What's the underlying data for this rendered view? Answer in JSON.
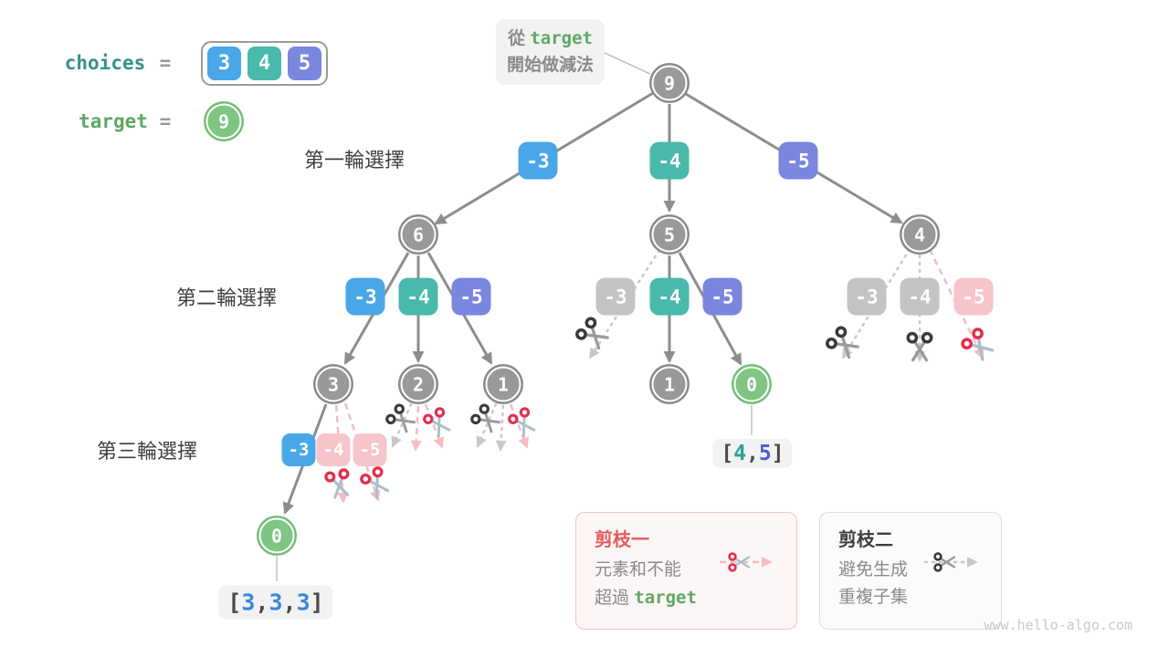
{
  "colors": {
    "blue": "#49a7e8",
    "teal": "#48b9ab",
    "indigo": "#7b87de",
    "graylabel": "#c4c4c4",
    "pinklabel": "#f6c5c9",
    "nodegray": "#999999",
    "nodering": "#8a8a8a",
    "nodegreen": "#7ec682",
    "greenring": "#74bd78",
    "edge": "#8d8d8d",
    "dotedge": "#c8c8c8",
    "pinkedge": "#f5bcc2",
    "choicestext": "#35918c",
    "targettext": "#5fa963",
    "red": "#e25c5c",
    "tok3": "#3a87d8",
    "tok4": "#2aa096",
    "tok5": "#4b5fd6",
    "bracket": "#4a4a4a",
    "box": "#f2f2f2",
    "muted": "#8a8a8a",
    "text": "#3f3f3f",
    "watermark": "#c9c9c9",
    "legend1border": "#f2c4c4",
    "legend1bg": "#fdf6f6",
    "legend2border": "#dddddd",
    "legend2bg": "#fbfbfb"
  },
  "header": {
    "choices_label": "choices",
    "equals": "=",
    "choices": [
      {
        "v": "3"
      },
      {
        "v": "4"
      },
      {
        "v": "5"
      }
    ],
    "target_label": "target",
    "target_value": "9"
  },
  "callout": {
    "prefix": "從 ",
    "keyword": "target",
    "line2": "開始做減法"
  },
  "round_labels": [
    {
      "text": "第一輪選擇"
    },
    {
      "text": "第二輪選擇"
    },
    {
      "text": "第三輪選擇"
    }
  ],
  "nodes": [
    {
      "v": "9"
    },
    {
      "v": "6"
    },
    {
      "v": "5"
    },
    {
      "v": "4"
    },
    {
      "v": "3"
    },
    {
      "v": "2"
    },
    {
      "v": "1"
    },
    {
      "v": "1"
    },
    {
      "v": "0"
    },
    {
      "v": "0"
    }
  ],
  "edge_labels": [
    {
      "t": "-3"
    },
    {
      "t": "-4"
    },
    {
      "t": "-5"
    },
    {
      "t": "-3"
    },
    {
      "t": "-4"
    },
    {
      "t": "-5"
    },
    {
      "t": "-3"
    },
    {
      "t": "-4"
    },
    {
      "t": "-5"
    },
    {
      "t": "-3"
    },
    {
      "t": "-4"
    },
    {
      "t": "-5"
    },
    {
      "t": "-3"
    },
    {
      "t": "-4"
    },
    {
      "t": "-5"
    }
  ],
  "results": {
    "r333": [
      {
        "t": "["
      },
      {
        "t": "3"
      },
      {
        "t": ","
      },
      {
        "t": "3"
      },
      {
        "t": ","
      },
      {
        "t": "3"
      },
      {
        "t": "]"
      }
    ],
    "r45": [
      {
        "t": "["
      },
      {
        "t": "4"
      },
      {
        "t": ","
      },
      {
        "t": "5"
      },
      {
        "t": "]"
      }
    ]
  },
  "legends": [
    {
      "title": "剪枝一",
      "line1": "元素和不能",
      "line2_prefix": "超過 ",
      "line2_keyword": "target"
    },
    {
      "title": "剪枝二",
      "line1": "避免生成",
      "line2": "重複子集"
    }
  ],
  "watermark": "www.hello-algo.com"
}
